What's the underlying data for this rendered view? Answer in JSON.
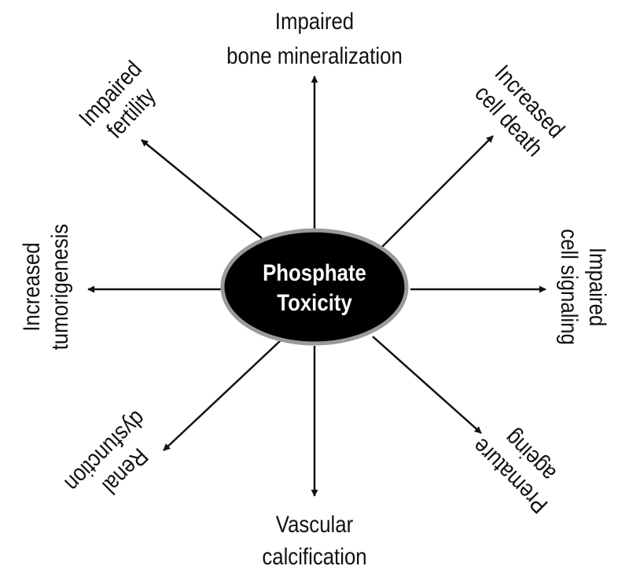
{
  "center": {
    "line1": "Phosphate",
    "line2": "Toxicity"
  },
  "effects": [
    {
      "id": "bone",
      "line1": "Impaired",
      "line2": "bone mineralization"
    },
    {
      "id": "cell-death",
      "line1": "Increased",
      "line2": "cell death"
    },
    {
      "id": "cell-signaling",
      "line1": "Impaired",
      "line2": "cell signaling"
    },
    {
      "id": "ageing",
      "line1": "Premature",
      "line2": "ageing"
    },
    {
      "id": "vascular",
      "line1": "Vascular",
      "line2": "calcification"
    },
    {
      "id": "renal",
      "line1": "Renal",
      "line2": "dysfunction"
    },
    {
      "id": "tumorigenesis",
      "line1": "Increased",
      "line2": "tumorigenesis"
    },
    {
      "id": "fertility",
      "line1": "Impaired",
      "line2": "fertility"
    }
  ],
  "colors": {
    "ellipse_fill": "#000000",
    "ellipse_stroke": "#9a9a9a",
    "center_text": "#ffffff",
    "arrow": "#111111"
  }
}
